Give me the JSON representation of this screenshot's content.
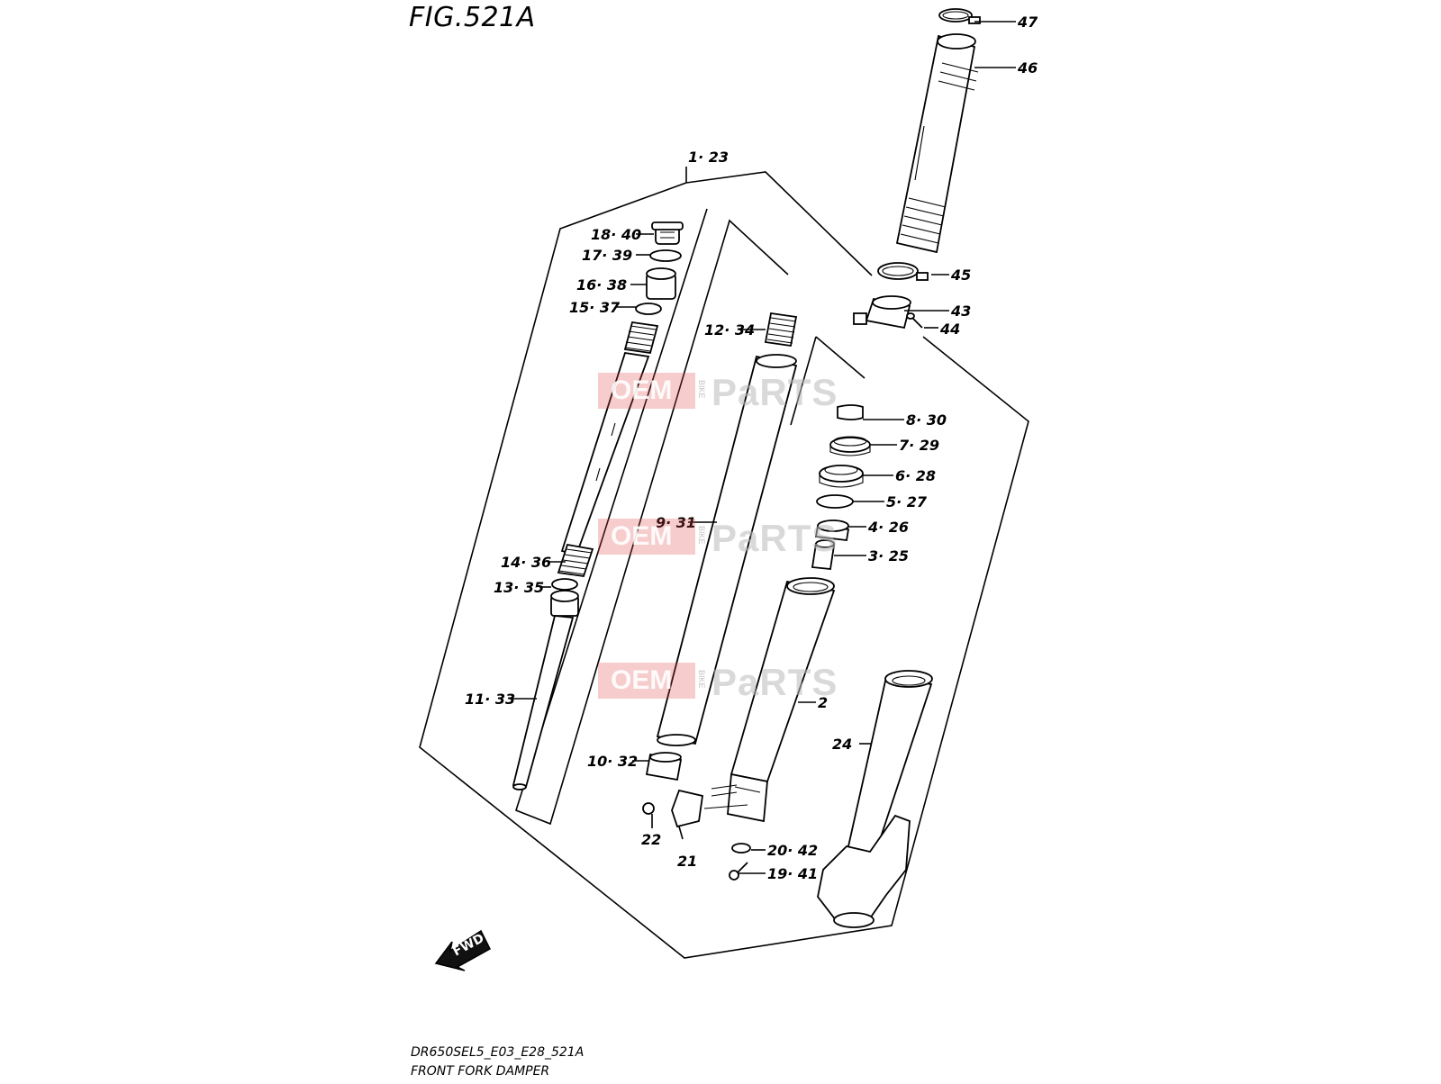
{
  "header": {
    "figure_title": "FIG.521A"
  },
  "footer": {
    "model_code": "DR650SEL5_E03_E28_521A",
    "section_name": "FRONT FORK DAMPER"
  },
  "watermark": {
    "oem": "OEM",
    "bike": "BIKE",
    "parts": "PaRTS",
    "brand_color": "#e04848"
  },
  "callouts": [
    {
      "id": "c47",
      "text": "47"
    },
    {
      "id": "c46",
      "text": "46"
    },
    {
      "id": "c1_23",
      "text": "1· 23"
    },
    {
      "id": "c18_40",
      "text": "18· 40"
    },
    {
      "id": "c17_39",
      "text": "17· 39"
    },
    {
      "id": "c16_38",
      "text": "16· 38"
    },
    {
      "id": "c15_37",
      "text": "15· 37"
    },
    {
      "id": "c12_34",
      "text": "12· 34"
    },
    {
      "id": "c45",
      "text": "45"
    },
    {
      "id": "c43",
      "text": "43"
    },
    {
      "id": "c44",
      "text": "44"
    },
    {
      "id": "c8_30",
      "text": "8· 30"
    },
    {
      "id": "c7_29",
      "text": "7· 29"
    },
    {
      "id": "c6_28",
      "text": "6· 28"
    },
    {
      "id": "c5_27",
      "text": "5· 27"
    },
    {
      "id": "c4_26",
      "text": "4· 26"
    },
    {
      "id": "c3_25",
      "text": "3· 25"
    },
    {
      "id": "c9_31",
      "text": "9· 31"
    },
    {
      "id": "c14_36",
      "text": "14· 36"
    },
    {
      "id": "c13_35",
      "text": "13· 35"
    },
    {
      "id": "c11_33",
      "text": "11· 33"
    },
    {
      "id": "c2",
      "text": "2"
    },
    {
      "id": "c24",
      "text": "24"
    },
    {
      "id": "c10_32",
      "text": "10· 32"
    },
    {
      "id": "c22",
      "text": "22"
    },
    {
      "id": "c21",
      "text": "21"
    },
    {
      "id": "c20_42",
      "text": "20· 42"
    },
    {
      "id": "c19_41",
      "text": "19· 41"
    }
  ],
  "fwd_arrow": {
    "text": "FWD",
    "icon": "fwd-arrow-icon"
  }
}
